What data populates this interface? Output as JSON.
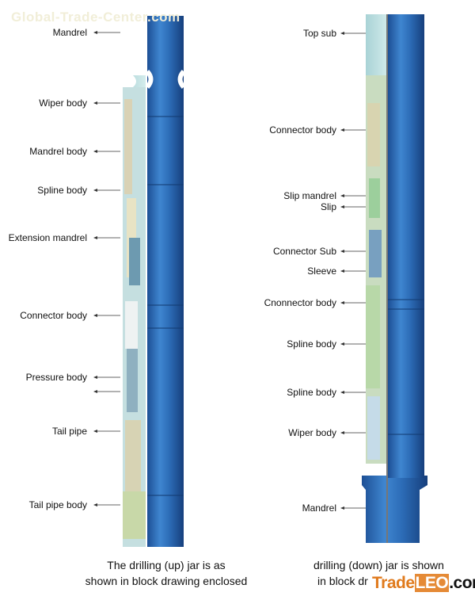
{
  "watermark": "Global-Trade-Center.com",
  "left_tool": {
    "labels": [
      "Mandrel",
      "Wiper body",
      "Mandrel body",
      "Spline body",
      "Extension mandrel",
      "Connector body",
      "Pressure body",
      "",
      "Tail pipe",
      "Tail pipe body"
    ],
    "caption_line1": "The drilling (up) jar is as",
    "caption_line2": "shown in block drawing enclosed"
  },
  "right_tool": {
    "labels": [
      "Top sub",
      "Connector body",
      "Slip mandrel",
      "Slip",
      "Connector Sub",
      "Sleeve",
      "Cnonnector body",
      "Spline body",
      "Spline body",
      "Wiper body",
      "Mandrel"
    ],
    "caption_line1": "drilling (down) jar is shown",
    "caption_line2": "in block dr"
  },
  "logo": {
    "part1": "Trade",
    "part2": "LEO",
    "part3": ".com"
  },
  "colors": {
    "pipe_blue": "#2f6fb8",
    "housing": "#bfe0e0",
    "accent": "#e07a1c"
  }
}
